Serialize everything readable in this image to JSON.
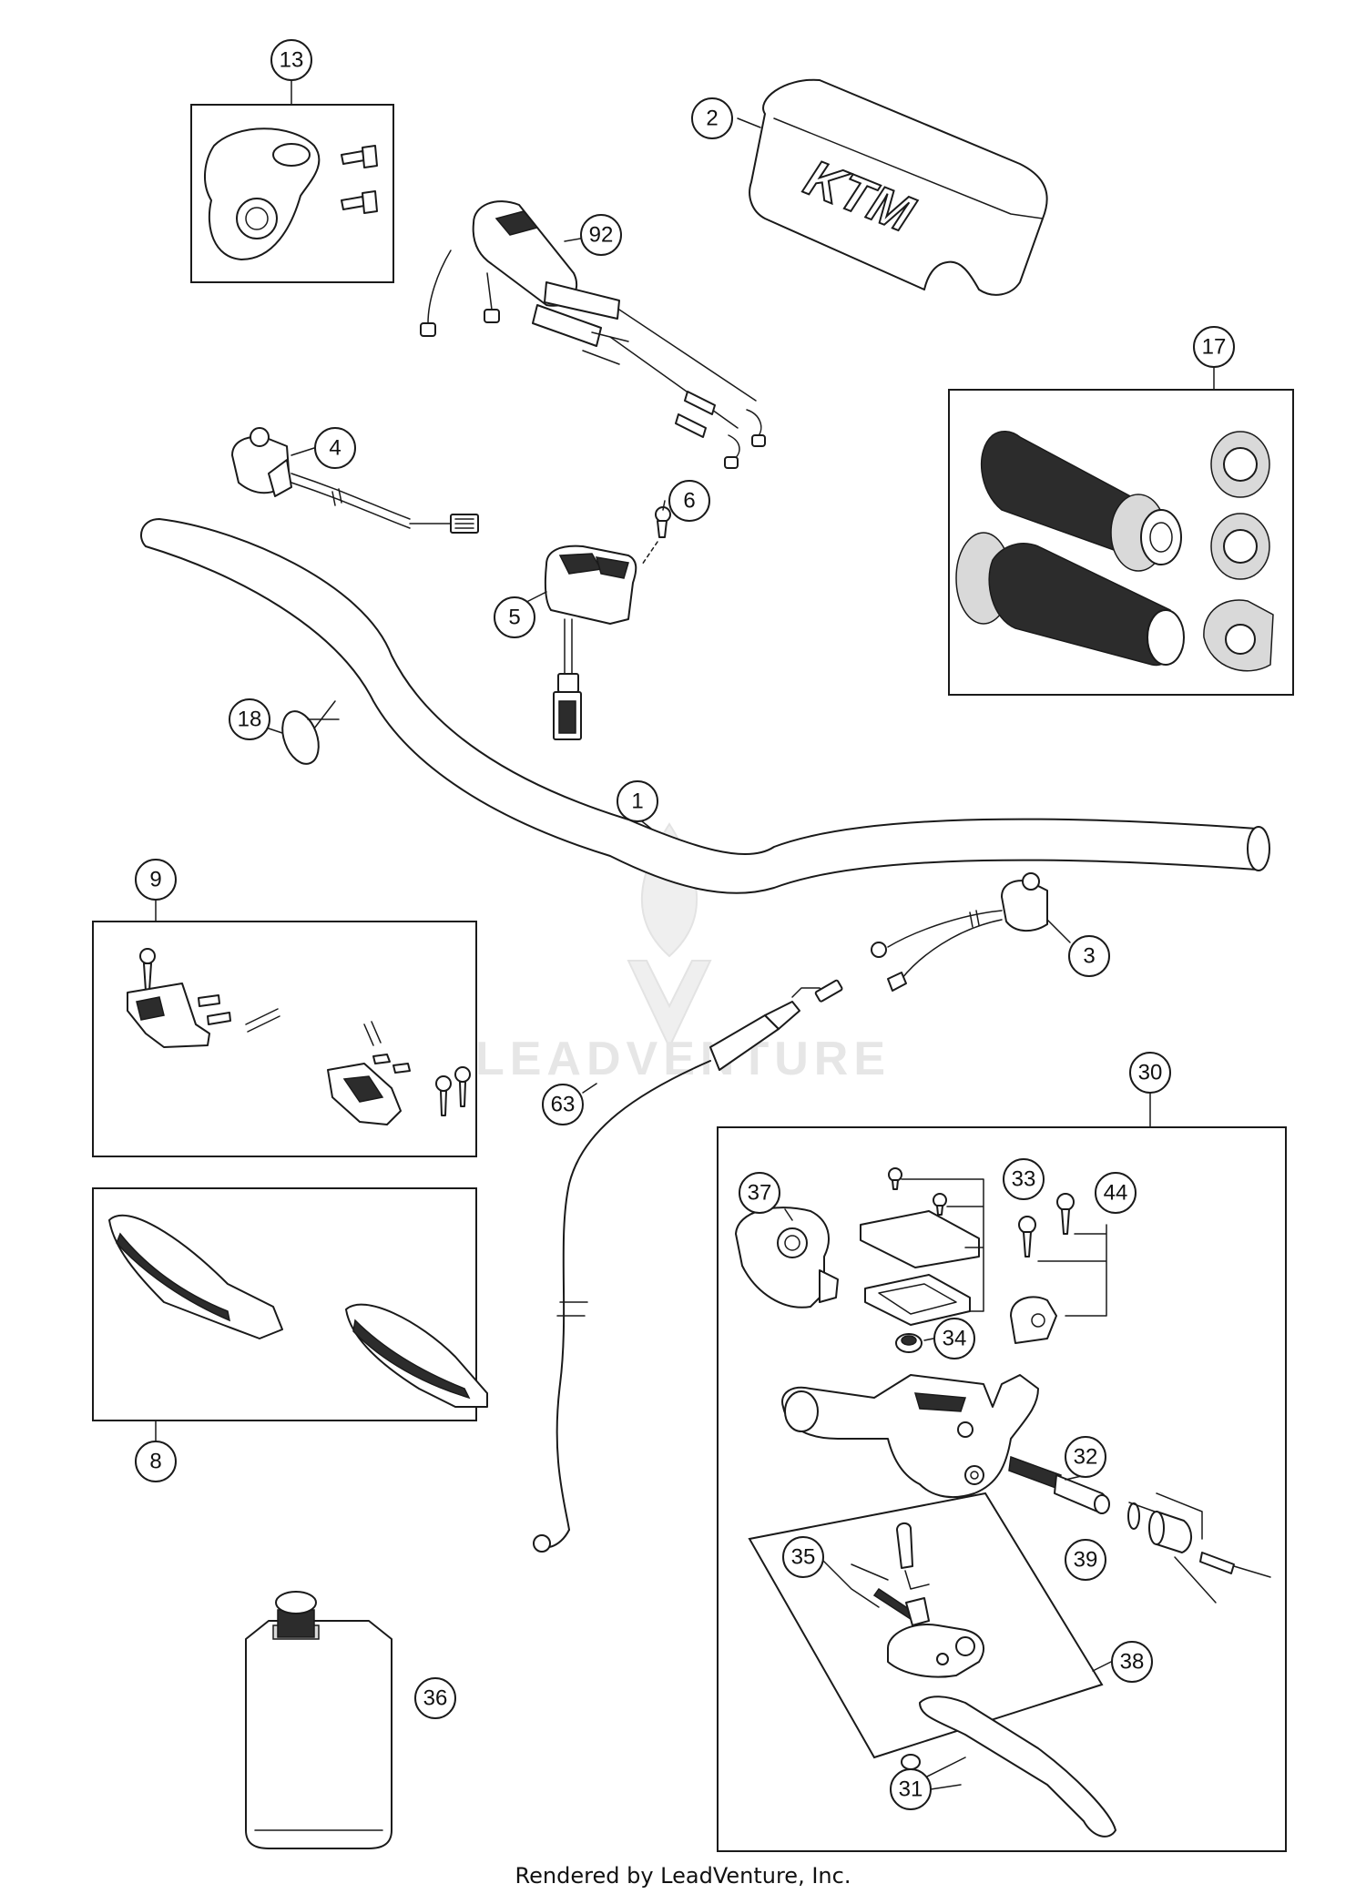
{
  "diagram": {
    "brand_logo": "KTM",
    "watermark": "LEADVENTURE",
    "footer": "Rendered by LeadVenture, Inc.",
    "callouts": [
      {
        "id": "c13",
        "label": "13"
      },
      {
        "id": "c2",
        "label": "2"
      },
      {
        "id": "c92",
        "label": "92"
      },
      {
        "id": "c17",
        "label": "17"
      },
      {
        "id": "c4",
        "label": "4"
      },
      {
        "id": "c6",
        "label": "6"
      },
      {
        "id": "c5",
        "label": "5"
      },
      {
        "id": "c18",
        "label": "18"
      },
      {
        "id": "c1",
        "label": "1"
      },
      {
        "id": "c9",
        "label": "9"
      },
      {
        "id": "c3",
        "label": "3"
      },
      {
        "id": "c30",
        "label": "30"
      },
      {
        "id": "c63",
        "label": "63"
      },
      {
        "id": "c33",
        "label": "33"
      },
      {
        "id": "c44",
        "label": "44"
      },
      {
        "id": "c37",
        "label": "37"
      },
      {
        "id": "c34",
        "label": "34"
      },
      {
        "id": "c32",
        "label": "32"
      },
      {
        "id": "c39",
        "label": "39"
      },
      {
        "id": "c35",
        "label": "35"
      },
      {
        "id": "c8",
        "label": "8"
      },
      {
        "id": "c36",
        "label": "36"
      },
      {
        "id": "c38",
        "label": "38"
      },
      {
        "id": "c31",
        "label": "31"
      }
    ]
  }
}
